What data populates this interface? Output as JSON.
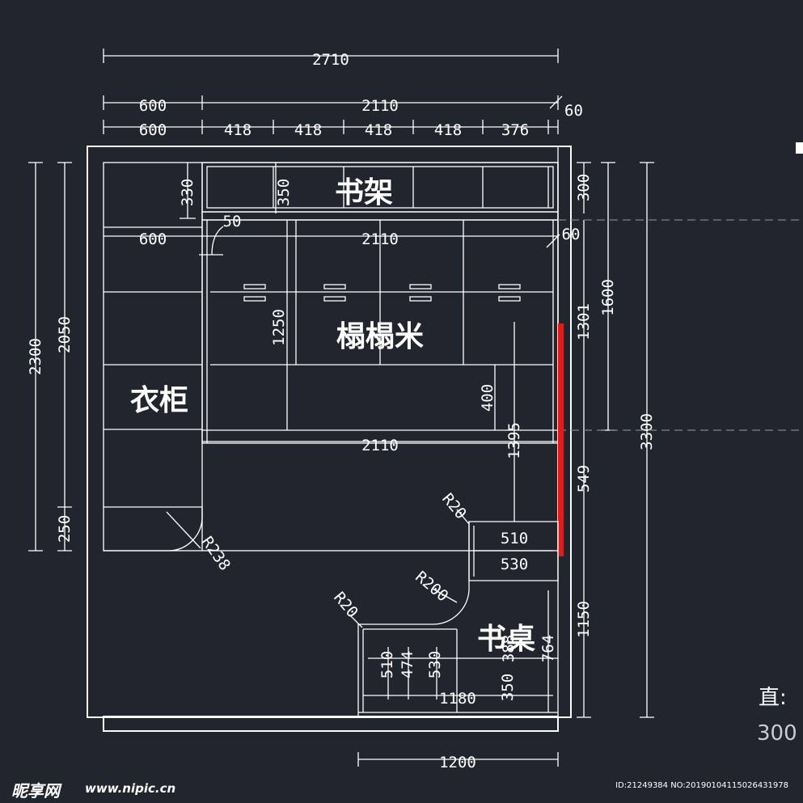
{
  "dims": {
    "total_width": "2710",
    "top_600": "600",
    "top_2110": "2110",
    "top_60": "60",
    "seg_600": "600",
    "seg_1": "418",
    "seg_2": "418",
    "seg_3": "418",
    "seg_4": "418",
    "seg_5": "376",
    "left_2300": "2300",
    "left_2050": "2050",
    "left_250": "250",
    "inner_330": "330",
    "inner_350": "350",
    "inner_50": "50",
    "inner_600": "600",
    "inner_2110_top": "2110",
    "inner_60": "60",
    "inner_1250": "1250",
    "inner_400": "400",
    "inner_1395": "1395",
    "inner_2110_bottom": "2110",
    "right_300": "300",
    "right_1301": "1301",
    "right_1600": "1600",
    "right_549": "549",
    "right_1150": "1150",
    "right_3300": "3300",
    "radius_r20_a": "R20",
    "radius_r200": "R200",
    "radius_r20_b": "R20",
    "radius_r238": "R238",
    "desk_510": "510",
    "desk_530": "530",
    "desk2_510": "510",
    "desk2_474": "474",
    "desk2_530": "530",
    "desk_388": "388",
    "desk_764": "764",
    "desk_350": "350",
    "desk_1180": "1180",
    "bottom_1200": "1200"
  },
  "labels": {
    "bookshelf": "书架",
    "tatami": "榻榻米",
    "wardrobe": "衣柜",
    "desk": "书桌"
  },
  "side_text": {
    "line1": "直:",
    "line2": "300"
  },
  "watermark": {
    "site": "昵享网",
    "url": "www.nipic.cn",
    "id": "ID:21249384 NO:20190104115026431978"
  },
  "colors": {
    "background": "#21252e",
    "line": "#ffffff",
    "accent_red": "#e21b1b"
  }
}
